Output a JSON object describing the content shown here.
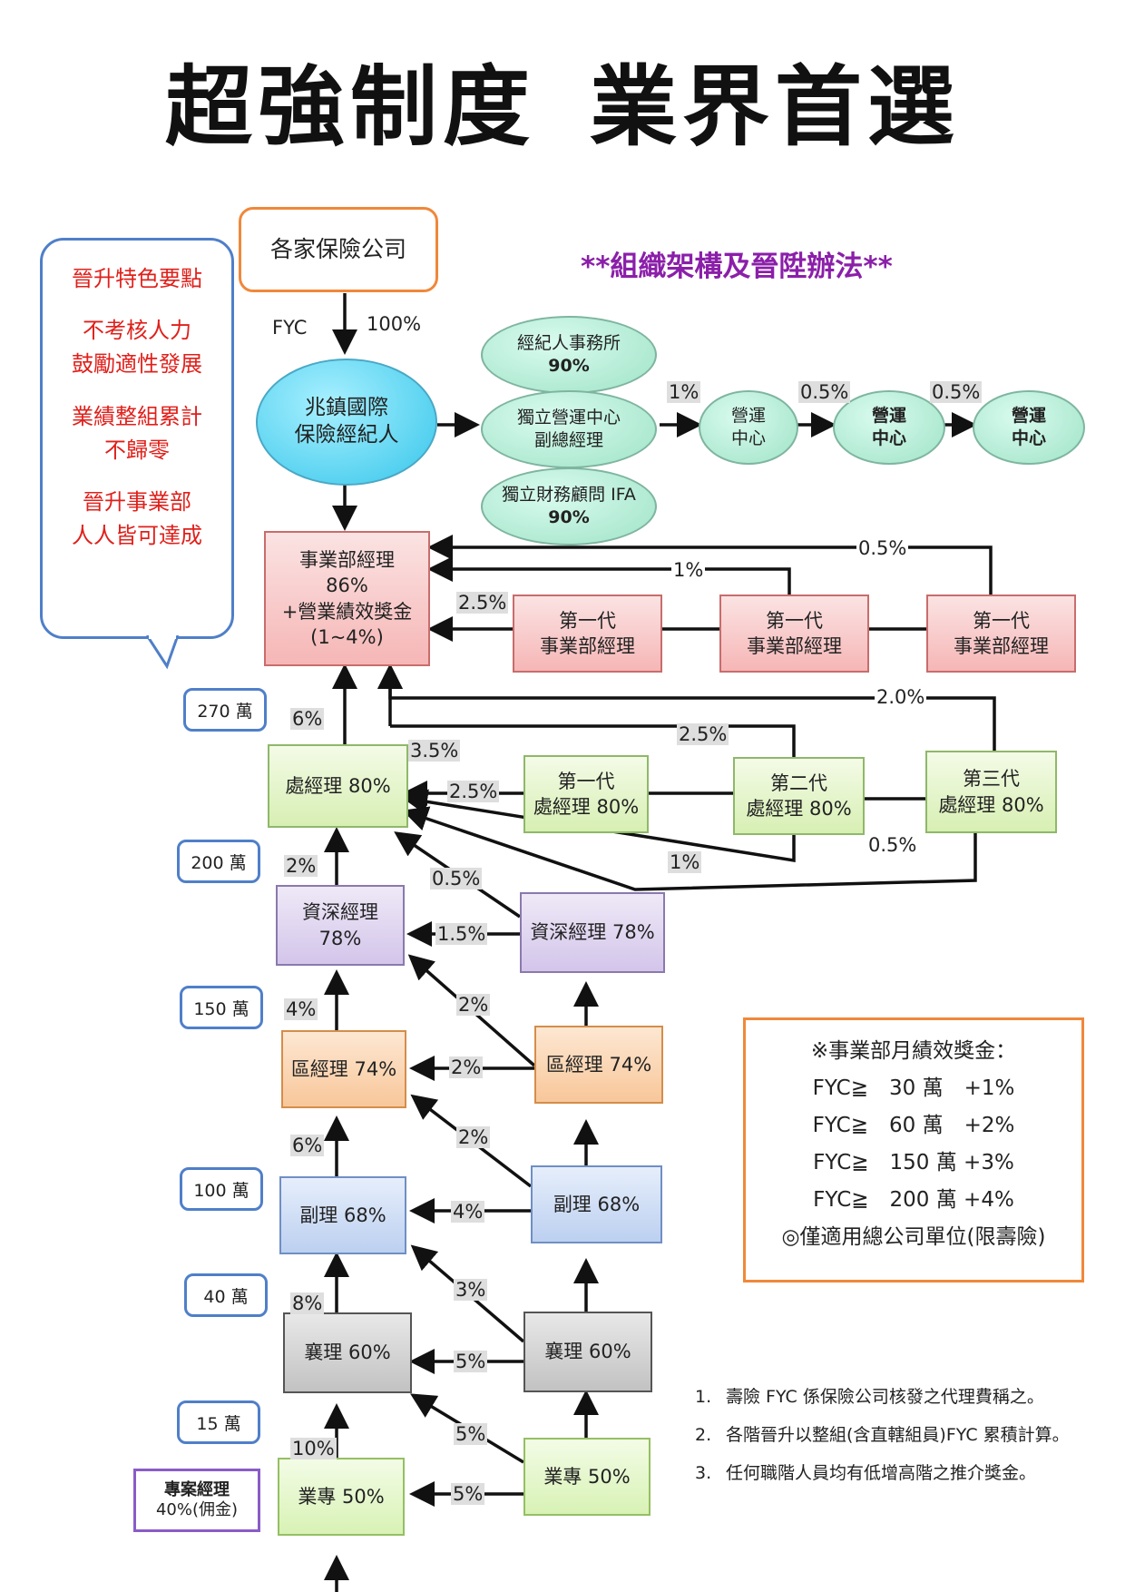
{
  "title": [
    "超強制度",
    "業界首選"
  ],
  "subtitle": "**組織架構及晉陞辦法**",
  "top_box": "各家保險公司",
  "fyc_label": "FYC",
  "fyc_pct": "100%",
  "agency": [
    "兆鎮國際",
    "保險經紀人"
  ],
  "branches": {
    "broker_office": [
      "經紀人事務所",
      "90%"
    ],
    "independent_center": [
      "獨立營運中心",
      "副總經理"
    ],
    "ifa": [
      "獨立財務顧問 IFA",
      "90%"
    ],
    "ops_centers": [
      [
        "營運",
        "中心"
      ],
      [
        "營運",
        "中心"
      ],
      [
        "營運",
        "中心"
      ]
    ],
    "ops_pcts": [
      "1%",
      "0.5%",
      "0.5%"
    ]
  },
  "speech": {
    "lines": [
      "晉升特色要點",
      "",
      "不考核人力",
      "鼓勵適性發展",
      "",
      "業績整組累計",
      "不歸零",
      "",
      "晉升事業部",
      "人人皆可達成"
    ]
  },
  "levels": {
    "division_manager": [
      "事業部經理",
      "86%",
      "+營業績效獎金",
      "(1~4%)"
    ],
    "division_gen": "第一代",
    "division_gen_name": "事業部經理",
    "branch_manager": "處經理 80%",
    "branch_gens": [
      "第一代",
      "第二代",
      "第三代"
    ],
    "branch_gen_name": "處經理 80%",
    "senior_manager": [
      "資深經理",
      "78%"
    ],
    "senior_manager_right": "資深經理 78%",
    "area_manager": "區經理 74%",
    "assistant_manager": "副理 68%",
    "associate": "襄理 60%",
    "specialist": "業專 50%",
    "project_manager": [
      "專案經理",
      "40%(佣金)"
    ]
  },
  "thresholds": [
    "270 萬",
    "200 萬",
    "150 萬",
    "100 萬",
    "40 萬",
    "15 萬"
  ],
  "promotion_pcts": [
    "6%",
    "2%",
    "4%",
    "6%",
    "8%",
    "10%"
  ],
  "override_pcts": {
    "division": [
      "0.5%",
      "1%",
      "2.5%"
    ],
    "branch_to_division": [
      "2.5%",
      "3.5%",
      "2.0%"
    ],
    "branch": [
      "2.5%",
      "1%",
      "0.5%"
    ],
    "senior": [
      "0.5%",
      "1.5%"
    ],
    "area": [
      "2%",
      "2%"
    ],
    "assistant": [
      "2%",
      "4%"
    ],
    "associate": [
      "3%",
      "5%"
    ],
    "specialist": [
      "5%",
      "5%"
    ]
  },
  "bonus": {
    "title": "※事業部月績效獎金：",
    "rows": [
      "FYC≧　30 萬　+1%",
      "FYC≧　60 萬　+2%",
      "FYC≧　150 萬 +3%",
      "FYC≧　200 萬 +4%"
    ],
    "note": "◎僅適用總公司單位(限壽險)"
  },
  "footnotes": [
    {
      "n": "1.",
      "text": "壽險 FYC 係保險公司核發之代理費稱之。"
    },
    {
      "n": "2.",
      "text": "各階晉升以整組(含直轄組員)FYC 累積計算。"
    },
    {
      "n": "3.",
      "text": "任何職階人員均有低增高階之推介獎金。"
    }
  ]
}
